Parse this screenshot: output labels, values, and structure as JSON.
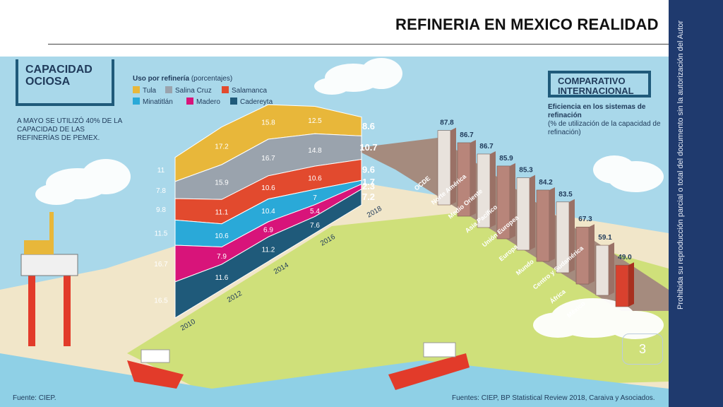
{
  "slide": {
    "title": "REFINERIA EN MEXICO REALIDAD",
    "sidebar_note": "Prohibida su reproducción parcial o total del documento sin la autorización del Autor",
    "page_number": "3",
    "sidebar_color": "#1f3a6e"
  },
  "infographic": {
    "capacity_box": "CAPACIDAD OCIOSA",
    "capacity_note": "A MAYO SE UTILIZÓ 40% DE LA CAPACIDAD DE LAS REFINERÍAS DE PEMEX.",
    "legend_title_bold": "Uso por refinería",
    "legend_title_rest": "(porcentajes)",
    "legend": [
      {
        "name": "Tula",
        "color": "#e8b73a"
      },
      {
        "name": "Salina Cruz",
        "color": "#9aa3ad"
      },
      {
        "name": "Salamanca",
        "color": "#e24a2e"
      },
      {
        "name": "Minatitlán",
        "color": "#2aa9d8"
      },
      {
        "name": "Madero",
        "color": "#d8147a"
      },
      {
        "name": "Cadereyta",
        "color": "#1f5a7a"
      }
    ],
    "comparison_box": "COMPARATIVO INTERNACIONAL",
    "comparison_subtitle_bold": "Eficiencia en los sistemas de refinación",
    "comparison_subtitle_rest": "(% de utilización de la capacidad de refinación)",
    "source_left": "Fuente: CIEP.",
    "source_right": "Fuentes: CIEP, BP Statistical Review 2018, Caraiva y Asociados."
  },
  "chart_data": [
    {
      "type": "area",
      "title": "",
      "categories": [
        "2010",
        "2012",
        "2014",
        "2016",
        "2018"
      ],
      "series": [
        {
          "name": "Tula",
          "values": [
            11,
            17.2,
            15.8,
            12.5,
            8.6
          ]
        },
        {
          "name": "Salina Cruz",
          "values": [
            7.8,
            15.9,
            16.7,
            14.8,
            10.7
          ]
        },
        {
          "name": "Salamanca",
          "values": [
            9.8,
            11.1,
            10.6,
            10.6,
            9.6
          ]
        },
        {
          "name": "Minatitlán",
          "values": [
            11.5,
            10.6,
            10.4,
            7,
            1.7
          ]
        },
        {
          "name": "Madero",
          "values": [
            16.7,
            7.9,
            6.9,
            5.4,
            2.3
          ]
        },
        {
          "name": "Cadereyta",
          "values": [
            16.5,
            11.6,
            11.2,
            7.6,
            7.2
          ]
        }
      ]
    },
    {
      "type": "bar",
      "title": "",
      "categories": [
        "OCDE",
        "Norte América",
        "Medio Oriente",
        "Asia Pacífico",
        "Unión Europea",
        "Europa",
        "Mundo",
        "Centro y Sudamérica",
        "África",
        "México"
      ],
      "values": [
        87.8,
        86.7,
        86.7,
        85.9,
        85.3,
        84.2,
        83.5,
        67.3,
        59.1,
        49.0
      ],
      "value_labels": [
        "87.8",
        "86.7",
        "86.7",
        "85.9",
        "85.3",
        "84.2",
        "83.5",
        "67.3",
        "59.1",
        "49.0"
      ]
    }
  ]
}
